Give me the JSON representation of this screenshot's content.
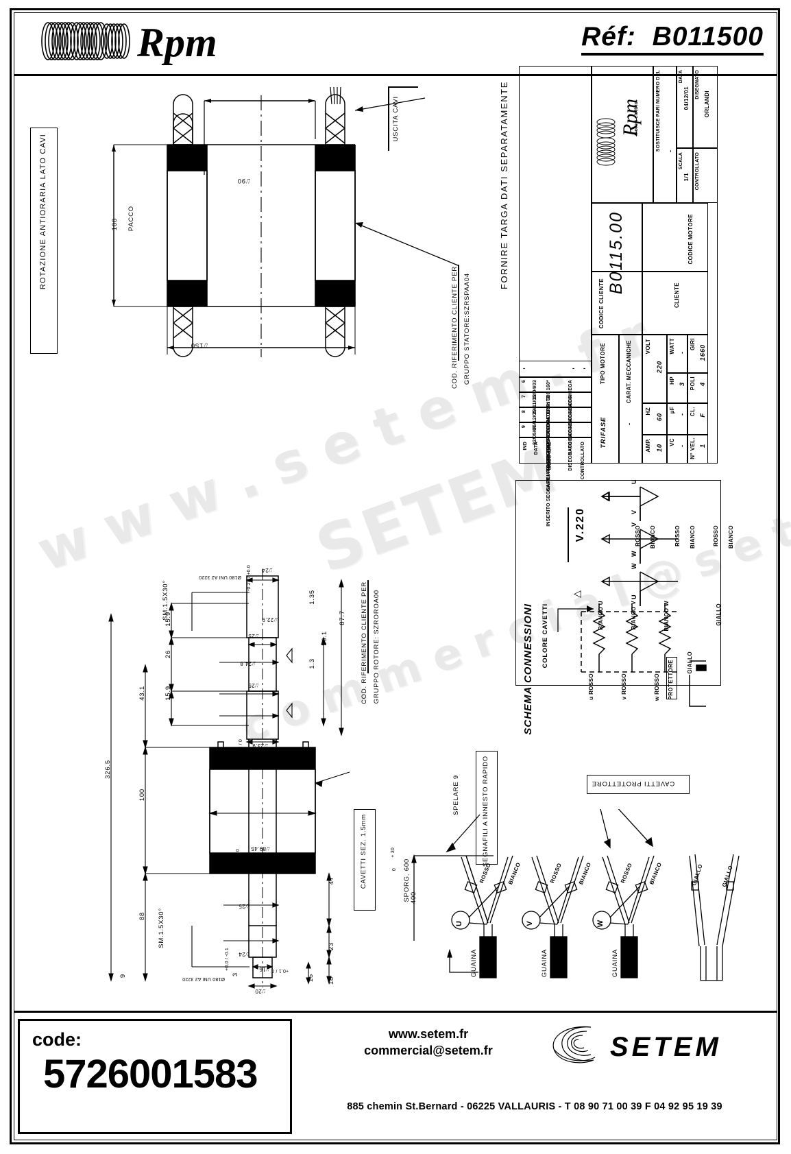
{
  "header": {
    "brand": "Rpm",
    "ref_label": "Réf:",
    "ref_value": "B011500"
  },
  "top_view": {
    "rotation_note": "ROTAZIONE ANTIORARIA LATO CAVI",
    "dim_bore": "⌰90",
    "dim_pack_height": "100",
    "pack_label": "PACCO",
    "dim_outer": "⌰150",
    "cable_exit_label": "USCITA CAVI",
    "stator_ref_line1": "COD. RIFERIMENTO CLIENTE PER",
    "stator_ref_line2": "GRUPPO STATORE:SZRSPAA04"
  },
  "rotor_view": {
    "ref_line1": "COD. RIFERIMENTO CLIENTE PER",
    "ref_line2": "GRUPPO ROTORE: SZROROA00",
    "dims": {
      "overall": "326.5",
      "pack": "100",
      "to_pack_bottom": "88",
      "top_to_pack": "43.1",
      "chamfer_top": "SM.1.5X30°",
      "chamfer_bottom": "SM.1.5X30°",
      "d15_9_a": "15.9",
      "d26": "26",
      "d15_9_b": "15.9",
      "d59_1": "59.1",
      "d87_7": "87.7",
      "d1_35_a": "1.35",
      "d1_35_b": "1.35",
      "d1_3": "1.3",
      "d47": "47",
      "d23": "23",
      "d18": "18",
      "d15": "15",
      "d3": "3",
      "d9": "9",
      "dia24_top": "⌰24",
      "dia24_top_tol": "-0.28 / +0.0",
      "dia22_9": "⌰22.9",
      "dia25_a": "⌰25",
      "dia24_8": "⌰24.8",
      "dia25_b": "⌰25",
      "dia23_9": "⌰23.9",
      "dia23_9_tol": "-0.2 / 0",
      "dia25_c": "⌰25",
      "dia89_45": "⌰89.45",
      "dia89_45_tol": "-0.03 / 0",
      "dia25_d": "⌰25",
      "dia24_bot": "⌰24",
      "dia24_bot_tol": "+0.0 / -0.1",
      "dia16": "⌰16",
      "dia20": "⌰20",
      "tol_plus_0_1": "+0.1 / 0",
      "tol_a": "A",
      "tol_a2": "A",
      "surf_note_top": "Ø180 UNI A2 3220",
      "surf_note_bottom": "Ø180 UNI A2 3220"
    }
  },
  "title_block": {
    "header_note": "FORNIRE TARGA DATI SEPARATAMENTE",
    "revisions": [
      {
        "ind": "9",
        "data": "02/05/07",
        "modifiche": "INSERITO SEGNAFILI A INNESTO RAPIDO",
        "disegnato": "BACCHIEGA",
        "controllato": ""
      },
      {
        "ind": "8",
        "data": "06/12/05",
        "modifiche": "TOLTO TUBO LAVORATO",
        "disegnato": "BACCHIEGA",
        "controllato": ""
      },
      {
        "ind": "7",
        "data": "29/11/05",
        "modifiche": "AGGIUNTO COD. CLIENTE",
        "disegnato": "BACCHIEGA",
        "controllato": ""
      },
      {
        "ind": "6",
        "data": "13/04/03",
        "modifiche": "CAMBIATO TIPO PROTETTORE ERA: S06 160*",
        "disegnato": "BACCHIEGA",
        "controllato": ""
      },
      {
        "ind": "IND",
        "data": "DATA",
        "modifiche": "MODIFICHE",
        "disegnato": "DISEGNATO",
        "controllato": "CONTROLLATO"
      }
    ],
    "col_dash_top": "-",
    "col_dash_mid": "-",
    "col_dash_right": "-",
    "tipo_motore_label": "TIPO MOTORE",
    "tipo_motore_value": "TRIFASE",
    "carat_label": "CARAT. MECCANICHE",
    "carat_value": "-",
    "volt_label": "VOLT",
    "volt_value": "220",
    "hz_label": "HZ",
    "hz_value": "60",
    "amp_label": "AMP.",
    "amp_value": "10",
    "watt_label": "WATT",
    "watt_value": "-",
    "hp_label": "HP",
    "hp_value": "3",
    "uf_label": "µF",
    "uf_value": "-",
    "vc_label": "VC",
    "vc_value": "-",
    "giri_label": "GIRI",
    "giri_value": "1660",
    "poli_label": "POLI",
    "poli_value": "4",
    "cl_label": "CL.",
    "cl_value": "F",
    "nvel_label": "N° VEL.",
    "nvel_value": "1",
    "cliente_label": "CLIENTE",
    "codice_motore_label": "CODICE MOTORE",
    "codice_cliente_label": "CODICE CLIENTE",
    "codice_motore_value": "B0115.00",
    "brand": "Rpm",
    "brand_sub": "motori elettrici",
    "sostituisce_label": "SOSTITUISCE PARI NUMERO DEL",
    "sostituisce_value": "-",
    "data_label": "DATA",
    "data_value": "04/12/01",
    "scala_label": "SCALA",
    "scala_value": "1/1",
    "disegnato_label": "DISEGNATO",
    "disegnato_value": "ORLANDI",
    "controllato_label": "CONTROLLATO",
    "controllato_value": ""
  },
  "schema": {
    "title": "SCHEMA CONNESSIONI",
    "voltage": "V.220",
    "delta_symbol": "△",
    "colore_cavetti": "COLORE CAVETTI",
    "phases": [
      {
        "tag": "U",
        "red": "ROSSO",
        "white": "BIANCO",
        "winding_label": "BIANCO U",
        "coil_in": "ROSSO"
      },
      {
        "tag": "V",
        "red": "ROSSO",
        "white": "BIANCO",
        "winding_label": "BIANCO V",
        "coil_in": "ROSSO"
      },
      {
        "tag": "W",
        "red": "ROSSO",
        "white": "BIANCO",
        "winding_label": "BIANCO W",
        "coil_in": "ROSSO"
      }
    ],
    "protettore_label": "PROTETTORE",
    "giallo_left": "GIALLO",
    "giallo_right": "GIALLO"
  },
  "cable_detail": {
    "spelare_label": "SPELARE 9",
    "segnafili_label": "SEGNAFILI A INNESTO RAPIDO",
    "sezione_label": "CAVETTI SEZ. 1.5mm",
    "sporgenza_label": "SPORG. 600",
    "sporgenza_tol_plus": "+ 30",
    "sporgenza_tol_minus": "0",
    "length_400": "400",
    "guaina_label": "GUAINA",
    "protettore_label": "CAVETTI PROTETTORE",
    "wires": [
      {
        "tag": "U",
        "red": "ROSSO",
        "white": "BIANCO",
        "sheath": "GUAINA"
      },
      {
        "tag": "V",
        "red": "ROSSO",
        "white": "BIANCO",
        "sheath": "GUAINA"
      },
      {
        "tag": "W",
        "red": "ROSSO",
        "white": "BIANCO",
        "sheath": "GUAINA"
      }
    ],
    "ground_wires": [
      "GIALLO",
      "GIALLO"
    ]
  },
  "footer": {
    "code_label": "code:",
    "code_value": "5726001583",
    "website": "www.setem.fr",
    "email": "commercial@setem.fr",
    "address": "885 chemin St.Bernard  -  06225 VALLAURIS  -  T 08 90 71 00 39   F 04 92 95 19 39",
    "company": "SETEM"
  }
}
